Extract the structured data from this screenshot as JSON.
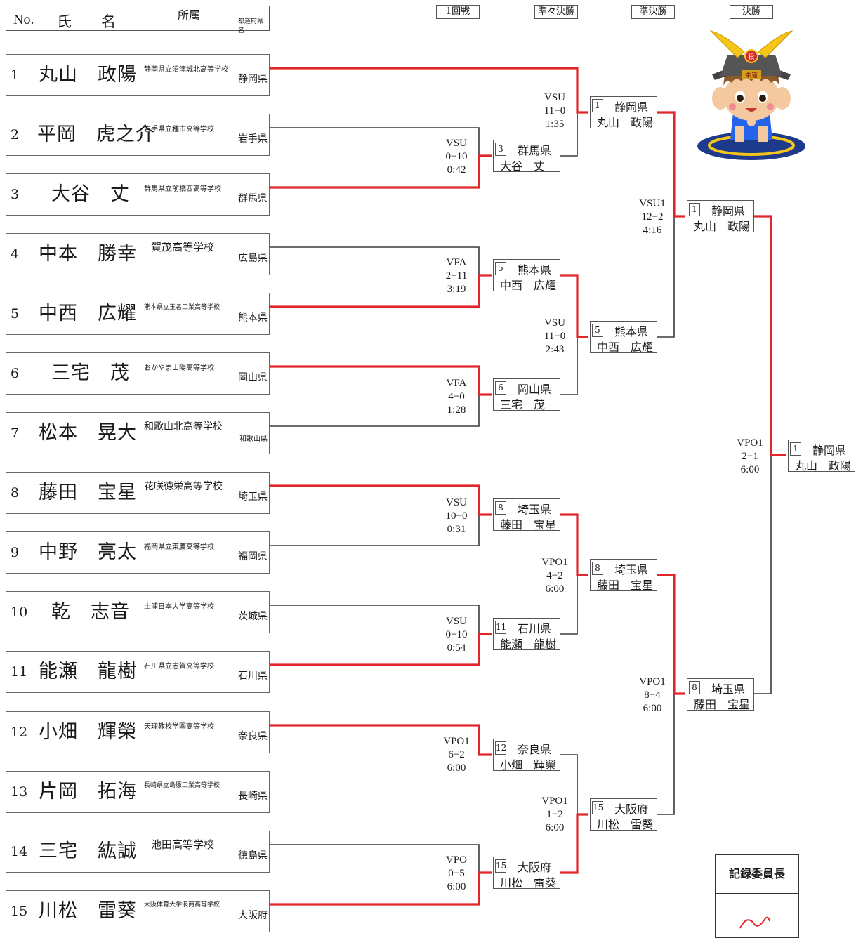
{
  "header": {
    "no_label": "No.",
    "name_label": "氏名",
    "affiliation_label": "所属",
    "prefecture_label": "都道府県名"
  },
  "rounds": [
    "1回戦",
    "準々決勝",
    "準決勝",
    "決勝"
  ],
  "entries": [
    {
      "no": "1",
      "name": "丸山　政陽",
      "school": "静岡県立沼津城北高等学校",
      "prefecture": "静岡県"
    },
    {
      "no": "2",
      "name": "平岡　虎之介",
      "school": "岩手県立種市高等学校",
      "prefecture": "岩手県"
    },
    {
      "no": "3",
      "name": "大谷　丈",
      "school": "群馬県立前橋西高等学校",
      "prefecture": "群馬県"
    },
    {
      "no": "4",
      "name": "中本　勝幸",
      "school": "賀茂高等学校",
      "prefecture": "広島県"
    },
    {
      "no": "5",
      "name": "中西　広耀",
      "school": "熊本県立玉名工業高等学校",
      "prefecture": "熊本県"
    },
    {
      "no": "6",
      "name": "三宅　茂",
      "school": "おかやま山陽高等学校",
      "prefecture": "岡山県"
    },
    {
      "no": "7",
      "name": "松本　晃大",
      "school": "和歌山北高等学校",
      "prefecture": "和歌山県"
    },
    {
      "no": "8",
      "name": "藤田　宝星",
      "school": "花咲徳栄高等学校",
      "prefecture": "埼玉県"
    },
    {
      "no": "9",
      "name": "中野　亮太",
      "school": "福岡県立東鷹高等学校",
      "prefecture": "福岡県"
    },
    {
      "no": "10",
      "name": "乾　志音",
      "school": "土浦日本大学高等学校",
      "prefecture": "茨城県"
    },
    {
      "no": "11",
      "name": "能瀬　龍樹",
      "school": "石川県立志賀高等学校",
      "prefecture": "石川県"
    },
    {
      "no": "12",
      "name": "小畑　輝榮",
      "school": "天理教校学園高等学校",
      "prefecture": "奈良県"
    },
    {
      "no": "13",
      "name": "片岡　拓海",
      "school": "長崎県立島原工業高等学校",
      "prefecture": "長崎県"
    },
    {
      "no": "14",
      "name": "三宅　紘誠",
      "school": "池田高等学校",
      "prefecture": "徳島県"
    },
    {
      "no": "15",
      "name": "川松　雷葵",
      "school": "大阪体育大学浪商高等学校",
      "prefecture": "大阪府"
    }
  ],
  "matches": [
    {
      "round": "1回戦",
      "winner_seed": "3",
      "winner_pref": "群馬県",
      "winner_name": "大谷　丈",
      "result": [
        "VSU",
        "0−10",
        "0:42"
      ]
    },
    {
      "round": "1回戦",
      "winner_seed": "5",
      "winner_pref": "熊本県",
      "winner_name": "中西　広耀",
      "result": [
        "VFA",
        "2−11",
        "3:19"
      ]
    },
    {
      "round": "1回戦",
      "winner_seed": "6",
      "winner_pref": "岡山県",
      "winner_name": "三宅　茂",
      "result": [
        "VFA",
        "4−0",
        "1:28"
      ]
    },
    {
      "round": "1回戦",
      "winner_seed": "8",
      "winner_pref": "埼玉県",
      "winner_name": "藤田　宝星",
      "result": [
        "VSU",
        "10−0",
        "0:31"
      ]
    },
    {
      "round": "1回戦",
      "winner_seed": "11",
      "winner_pref": "石川県",
      "winner_name": "能瀬　龍樹",
      "result": [
        "VSU",
        "0−10",
        "0:54"
      ]
    },
    {
      "round": "1回戦",
      "winner_seed": "12",
      "winner_pref": "奈良県",
      "winner_name": "小畑　輝榮",
      "result": [
        "VPO1",
        "6−2",
        "6:00"
      ]
    },
    {
      "round": "1回戦",
      "winner_seed": "15",
      "winner_pref": "大阪府",
      "winner_name": "川松　雷葵",
      "result": [
        "VPO",
        "0−5",
        "6:00"
      ]
    },
    {
      "round": "準々決勝",
      "winner_seed": "1",
      "winner_pref": "静岡県",
      "winner_name": "丸山　政陽",
      "result": [
        "VSU",
        "11−0",
        "1:35"
      ]
    },
    {
      "round": "準々決勝",
      "winner_seed": "5",
      "winner_pref": "熊本県",
      "winner_name": "中西　広耀",
      "result": [
        "VSU",
        "11−0",
        "2:43"
      ]
    },
    {
      "round": "準々決勝",
      "winner_seed": "8",
      "winner_pref": "埼玉県",
      "winner_name": "藤田　宝星",
      "result": [
        "VPO1",
        "4−2",
        "6:00"
      ]
    },
    {
      "round": "準々決勝",
      "winner_seed": "15",
      "winner_pref": "大阪府",
      "winner_name": "川松　雷葵",
      "result": [
        "VPO1",
        "1−2",
        "6:00"
      ]
    },
    {
      "round": "準決勝",
      "winner_seed": "1",
      "winner_pref": "静岡県",
      "winner_name": "丸山　政陽",
      "result": [
        "VSU1",
        "12−2",
        "4:16"
      ]
    },
    {
      "round": "準決勝",
      "winner_seed": "8",
      "winner_pref": "埼玉県",
      "winner_name": "藤田　宝星",
      "result": [
        "VPO1",
        "8−4",
        "6:00"
      ]
    },
    {
      "round": "決勝",
      "winner_seed": "1",
      "winner_pref": "静岡県",
      "winner_name": "丸山　政陽",
      "result": [
        "VPO1",
        "2−1",
        "6:00"
      ]
    }
  ],
  "mascot": {
    "icon": "samurai-helmet-mascot",
    "helmet_badge": "投",
    "helmet_band": "柔道"
  },
  "signature": {
    "label": "記録委員長"
  },
  "colors": {
    "win_line": "#e0262b",
    "line": "#3a3a3a",
    "box_border": "#555555"
  }
}
